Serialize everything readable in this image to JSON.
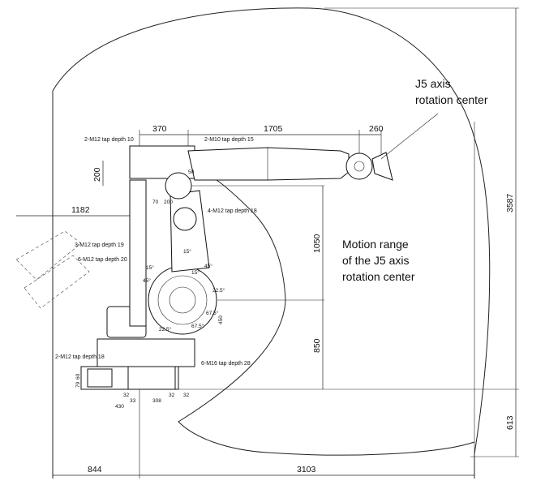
{
  "dimensions": {
    "d370": "370",
    "d1705": "1705",
    "d260": "260",
    "d200": "200",
    "d1182": "1182",
    "d1050": "1050",
    "d850": "850",
    "d450": "450",
    "d3587": "3587",
    "d613": "613",
    "d844": "844",
    "d3103": "3103",
    "d70": "70",
    "d200b": "200",
    "d50": "50",
    "d32a": "32",
    "d32b": "32",
    "d32c": "32",
    "d33": "33",
    "d308": "308",
    "d430": "430",
    "d79": "79",
    "d60": "60"
  },
  "notes": {
    "n1": "2-M12 tap depth 10",
    "n2": "2-M10 tap depth 15",
    "n3": "4-M12 tap depth 18",
    "n4": "3-M12 tap depth 19",
    "n5": "6-M12 tap depth 20",
    "n6": "2-M12 tap depth 18",
    "n7": "6-M16 tap depth 28"
  },
  "angles": {
    "a1": "15°",
    "a2": "45°",
    "a3": "15°",
    "a4": "22.5°",
    "a5": "67.5°",
    "a6": "45°",
    "a7": "22.5°",
    "a8": "15°",
    "a9": "67.5°"
  },
  "labels": {
    "j5_line1": "J5 axis",
    "j5_line2": "rotation center",
    "motion_line1": "Motion range",
    "motion_line2": "of the J5 axis",
    "motion_line3": "rotation center"
  }
}
